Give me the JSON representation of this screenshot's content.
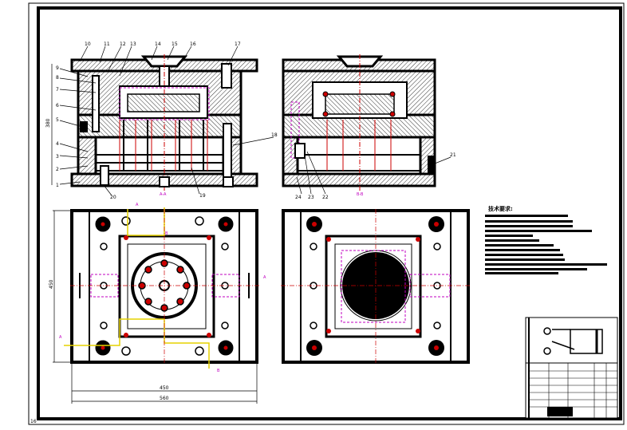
{
  "part_numbers": [
    "1",
    "2",
    "3",
    "4",
    "5",
    "6",
    "7",
    "8",
    "9",
    "10",
    "11",
    "12",
    "13",
    "14",
    "15",
    "16",
    "17",
    "18",
    "19",
    "20",
    "21",
    "22",
    "23",
    "24"
  ],
  "section_labels": {
    "left": "A-A",
    "right": "B-B"
  },
  "dimensions": {
    "height": "380",
    "width_inner": "450",
    "width_outer": "560",
    "side": "450"
  },
  "cut_letters": {
    "a": "A",
    "b": "B"
  },
  "tech_title": "技术要求:",
  "sheet_mark": "16",
  "colors": {
    "outline": "#000000",
    "hatch": "#000000",
    "center": "#cc0000",
    "magenta": "#c000c0",
    "yellow": "#e6d200"
  }
}
